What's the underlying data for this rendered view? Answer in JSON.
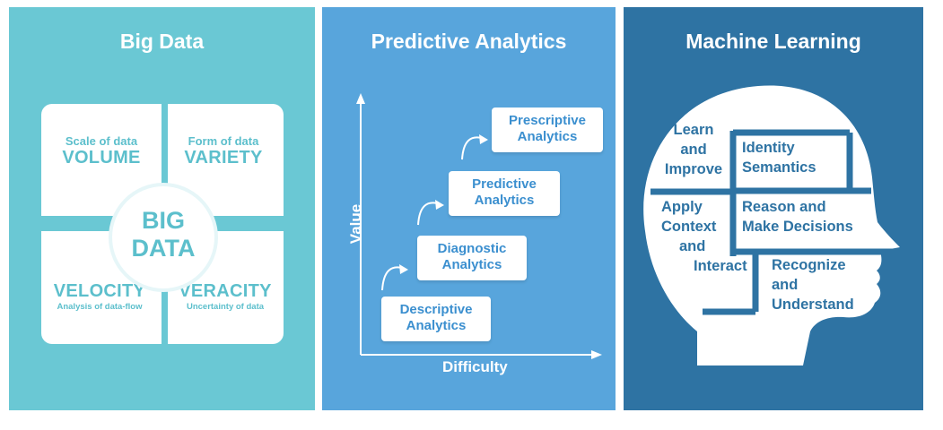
{
  "panels": {
    "big_data": {
      "title": "Big Data",
      "center": [
        "BIG",
        "DATA"
      ],
      "quadrants": {
        "volume": {
          "caption": "Scale of data",
          "label": "VOLUME"
        },
        "variety": {
          "caption": "Form of data",
          "label": "VARIETY"
        },
        "velocity": {
          "label": "VELOCITY",
          "caption": "Analysis of data-flow"
        },
        "veracity": {
          "label": "VERACITY",
          "caption": "Uncertainty of data"
        }
      }
    },
    "predictive": {
      "title": "Predictive Analytics",
      "y_axis": "Value",
      "x_axis": "Difficulty",
      "steps": [
        [
          "Descriptive",
          "Analytics"
        ],
        [
          "Diagnostic",
          "Analytics"
        ],
        [
          "Predictive",
          "Analytics"
        ],
        [
          "Prescriptive",
          "Analytics"
        ]
      ]
    },
    "machine_learning": {
      "title": "Machine Learning",
      "regions": {
        "learn": [
          "Learn",
          "and",
          "Improve"
        ],
        "identity": [
          "Identity",
          "Semantics"
        ],
        "apply": [
          "Apply",
          "Context",
          "and",
          "Interact"
        ],
        "reason": [
          "Reason and",
          "Make Decisions"
        ],
        "recognize": [
          "Recognize",
          "and",
          "Understand"
        ]
      }
    }
  },
  "colors": {
    "big_data_bg": "#6ac8d4",
    "predictive_bg": "#58a5dc",
    "machine_learning_bg": "#2e73a3"
  }
}
